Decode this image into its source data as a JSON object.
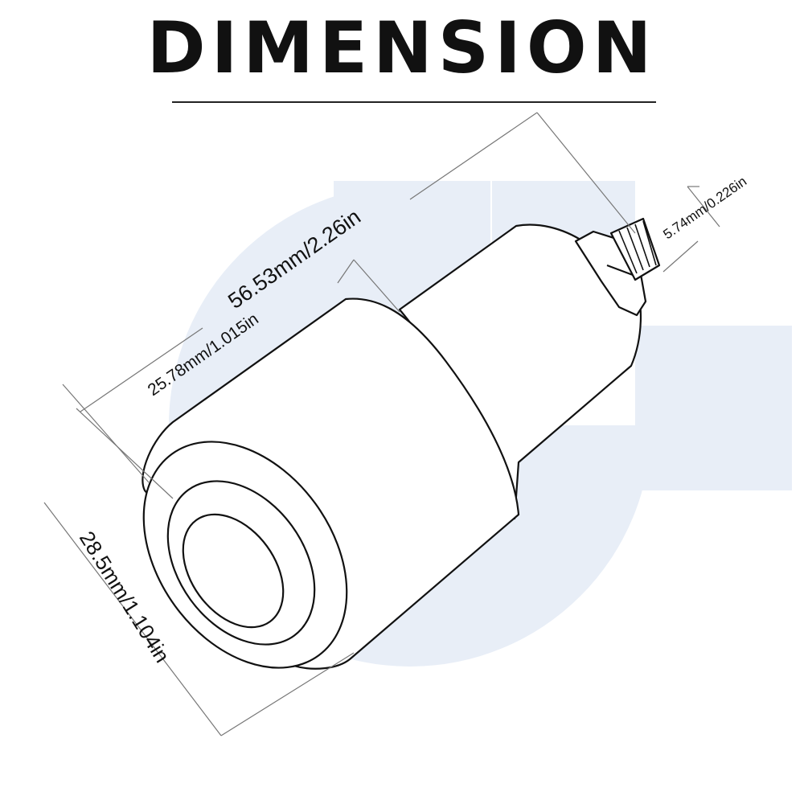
{
  "title": "DIMENSION",
  "dimensions": {
    "overall_length": "56.53mm/2.26in",
    "cap_length": "25.78mm/1.015in",
    "thread_diameter": "5.74mm/0.226in",
    "outer_diameter": "28.5mm/1.104in"
  },
  "colors": {
    "background_logo": "#e8eef7",
    "outline": "#111111",
    "dimension_line": "#777777"
  }
}
